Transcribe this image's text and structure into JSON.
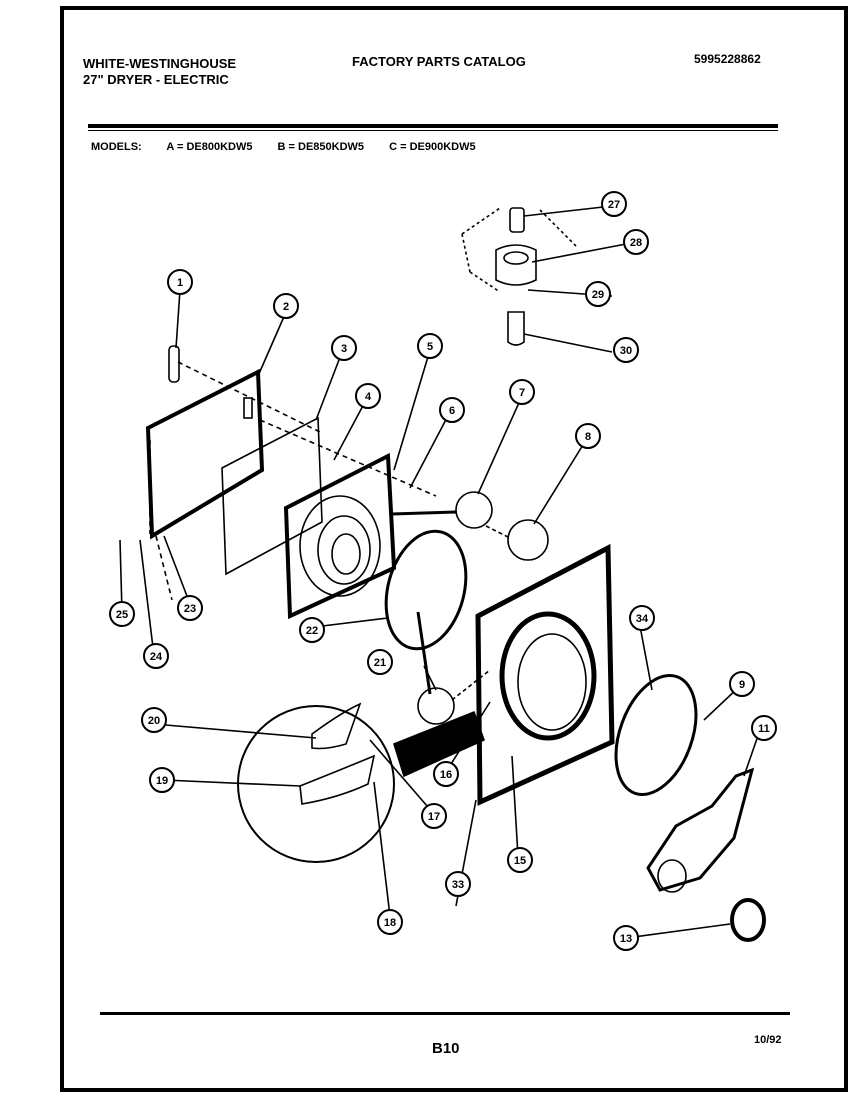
{
  "header": {
    "brand_line1": "WHITE-WESTINGHOUSE",
    "brand_line2": "27\" DRYER - ELECTRIC",
    "catalog_title": "FACTORY PARTS CATALOG",
    "part_number": "5995228862"
  },
  "models": {
    "label": "MODELS:",
    "a": "A = DE800KDW5",
    "b": "B = DE850KDW5",
    "c": "C = DE900KDW5"
  },
  "callouts": [
    "1",
    "2",
    "3",
    "4",
    "5",
    "6",
    "7",
    "8",
    "9",
    "11",
    "13",
    "15",
    "16",
    "17",
    "18",
    "19",
    "20",
    "21",
    "22",
    "23",
    "24",
    "25",
    "27",
    "28",
    "29",
    "30",
    "33",
    "34"
  ],
  "footer": {
    "page_code": "B10",
    "date": "10/92"
  }
}
